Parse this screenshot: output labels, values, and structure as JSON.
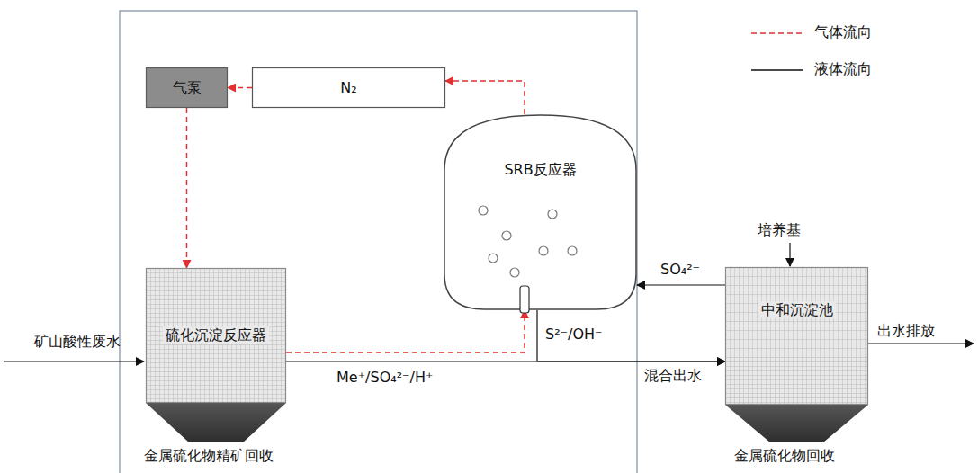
{
  "diagram": {
    "nodes": [
      {
        "text": [
          "气泵"
        ]
      },
      {
        "text": [
          "N₂"
        ]
      },
      {
        "text": [
          "SRB反应器"
        ]
      },
      {
        "text": [
          "硫化沉淀反应器"
        ]
      },
      {
        "text": [
          "中和沉淀池"
        ]
      }
    ],
    "edges": [
      {
        "from": 1,
        "to": 0,
        "arrow": "to"
      },
      {
        "from": 0,
        "to": 3,
        "arrow": "to"
      },
      {
        "from": 3,
        "to": 2,
        "arrow": "to"
      },
      {
        "from": 2,
        "to": 1,
        "arrow": "to"
      },
      {
        "from": 3,
        "to": 4,
        "label": "Me⁺/SO₄²⁻/H⁺",
        "arrow": "to"
      },
      {
        "from": 2,
        "to": 4,
        "label": "S²⁻/OH⁻",
        "arrow": "to"
      },
      {
        "from": 4,
        "to": 2,
        "label": "SO₄²⁻",
        "arrow": "to"
      }
    ],
    "labels": [
      "矿山酸性废水",
      "出水排放",
      "培养基",
      "混合出水",
      "金属硫化物精矿回收",
      "金属硫化物回收"
    ],
    "legend": [
      {
        "text": "气体流向"
      },
      {
        "text": "液体流向"
      }
    ]
  }
}
